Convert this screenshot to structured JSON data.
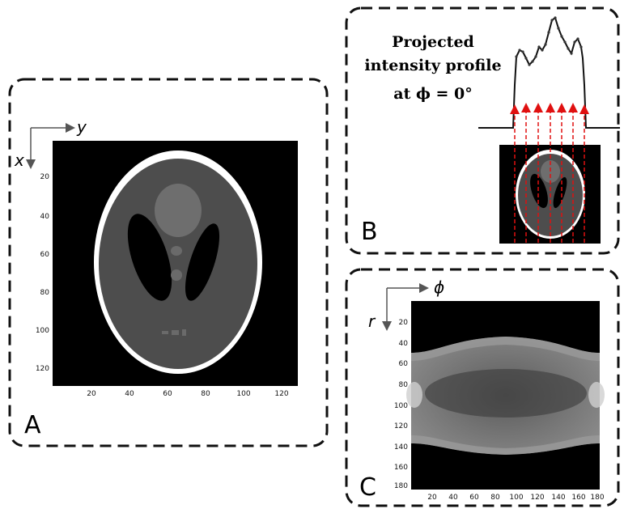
{
  "panels": {
    "a": {
      "letter": "A",
      "x_axis_label": "y",
      "y_axis_label": "x",
      "x_ticks": [
        "20",
        "40",
        "60",
        "80",
        "100",
        "120"
      ],
      "y_ticks": [
        "20",
        "40",
        "60",
        "80",
        "100",
        "120"
      ]
    },
    "b": {
      "letter": "B",
      "title_lines": [
        "Projected",
        "intensity profile",
        "at ϕ = 0°"
      ]
    },
    "c": {
      "letter": "C",
      "x_axis_label": "ϕ",
      "y_axis_label": "r",
      "x_ticks": [
        "20",
        "40",
        "60",
        "80",
        "100",
        "120",
        "140",
        "160",
        "180"
      ],
      "y_ticks": [
        "20",
        "40",
        "60",
        "80",
        "100",
        "120",
        "140",
        "160",
        "180"
      ]
    }
  },
  "colors": {
    "arrow": "#e01010",
    "border": "#111111",
    "image_bg": "#000000"
  }
}
